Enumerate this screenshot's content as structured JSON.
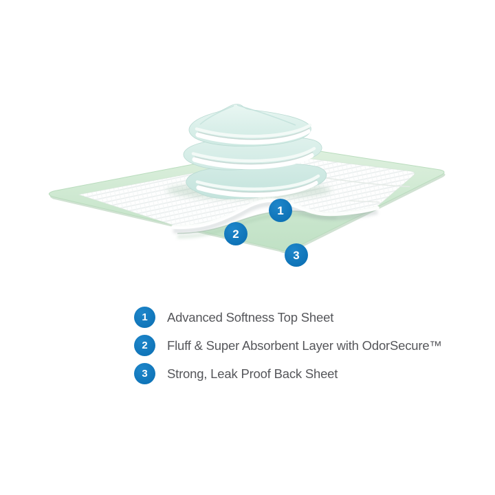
{
  "colors": {
    "background": "#ffffff",
    "accent_blue": "#0f74b8",
    "text_gray": "#55565a",
    "pad_border_green": "#cbe6cd",
    "pad_back_sheet_green": "#c6e3c9",
    "folded_pad_mint": "#cfe9e2",
    "quilt_white": "#ffffff"
  },
  "markers": [
    {
      "number": "1"
    },
    {
      "number": "2"
    },
    {
      "number": "3"
    }
  ],
  "legend": {
    "items": [
      {
        "number": "1",
        "label": "Advanced Softness Top Sheet"
      },
      {
        "number": "2",
        "label": "Fluff & Super Absorbent Layer with OdorSecure™"
      },
      {
        "number": "3",
        "label": "Strong, Leak Proof Back Sheet"
      }
    ]
  }
}
